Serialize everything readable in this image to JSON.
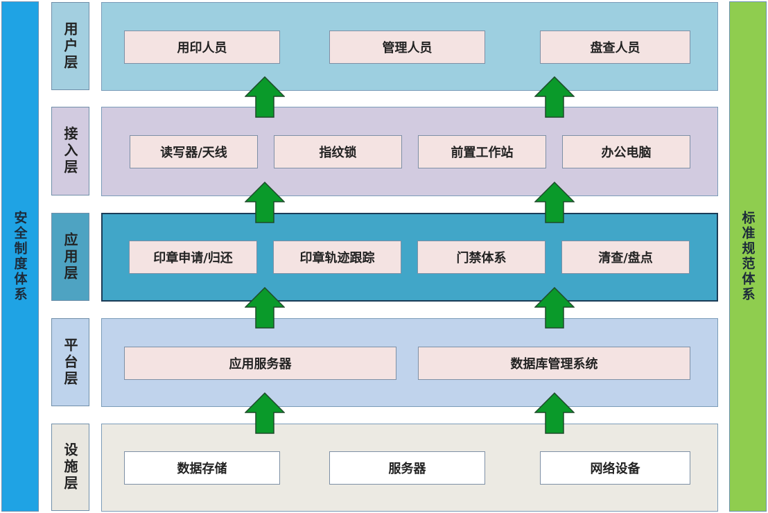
{
  "left_bar": {
    "label": "安全制度体系",
    "color": "#1fa3e4"
  },
  "right_bar": {
    "label": "标准规范体系",
    "color": "#8fcd4f"
  },
  "layers": [
    {
      "name": "用户层",
      "color": "#9dcfe0",
      "label_color": "#a3cfe0",
      "items": [
        "用印人员",
        "管理人员",
        "盘查人员"
      ]
    },
    {
      "name": "接入层",
      "color": "#d2cbe0",
      "label_color": "#d2cbe0",
      "items": [
        "读写器/天线",
        "指纹锁",
        "前置工作站",
        "办公电脑"
      ]
    },
    {
      "name": "应用层",
      "color": "#41a6c8",
      "label_color": "#4ea3c2",
      "items": [
        "印章申请/归还",
        "印章轨迹跟踪",
        "门禁体系",
        "清查/盘点"
      ]
    },
    {
      "name": "平台层",
      "color": "#c0d3ec",
      "label_color": "#bed3ec",
      "items": [
        "应用服务器",
        "数据库管理系统"
      ]
    },
    {
      "name": "设施层",
      "color": "#eceae3",
      "label_color": "#e9e7e0",
      "items": [
        "数据存储",
        "服务器",
        "网络设备"
      ]
    }
  ],
  "arrow_color": "#0a9a2a"
}
